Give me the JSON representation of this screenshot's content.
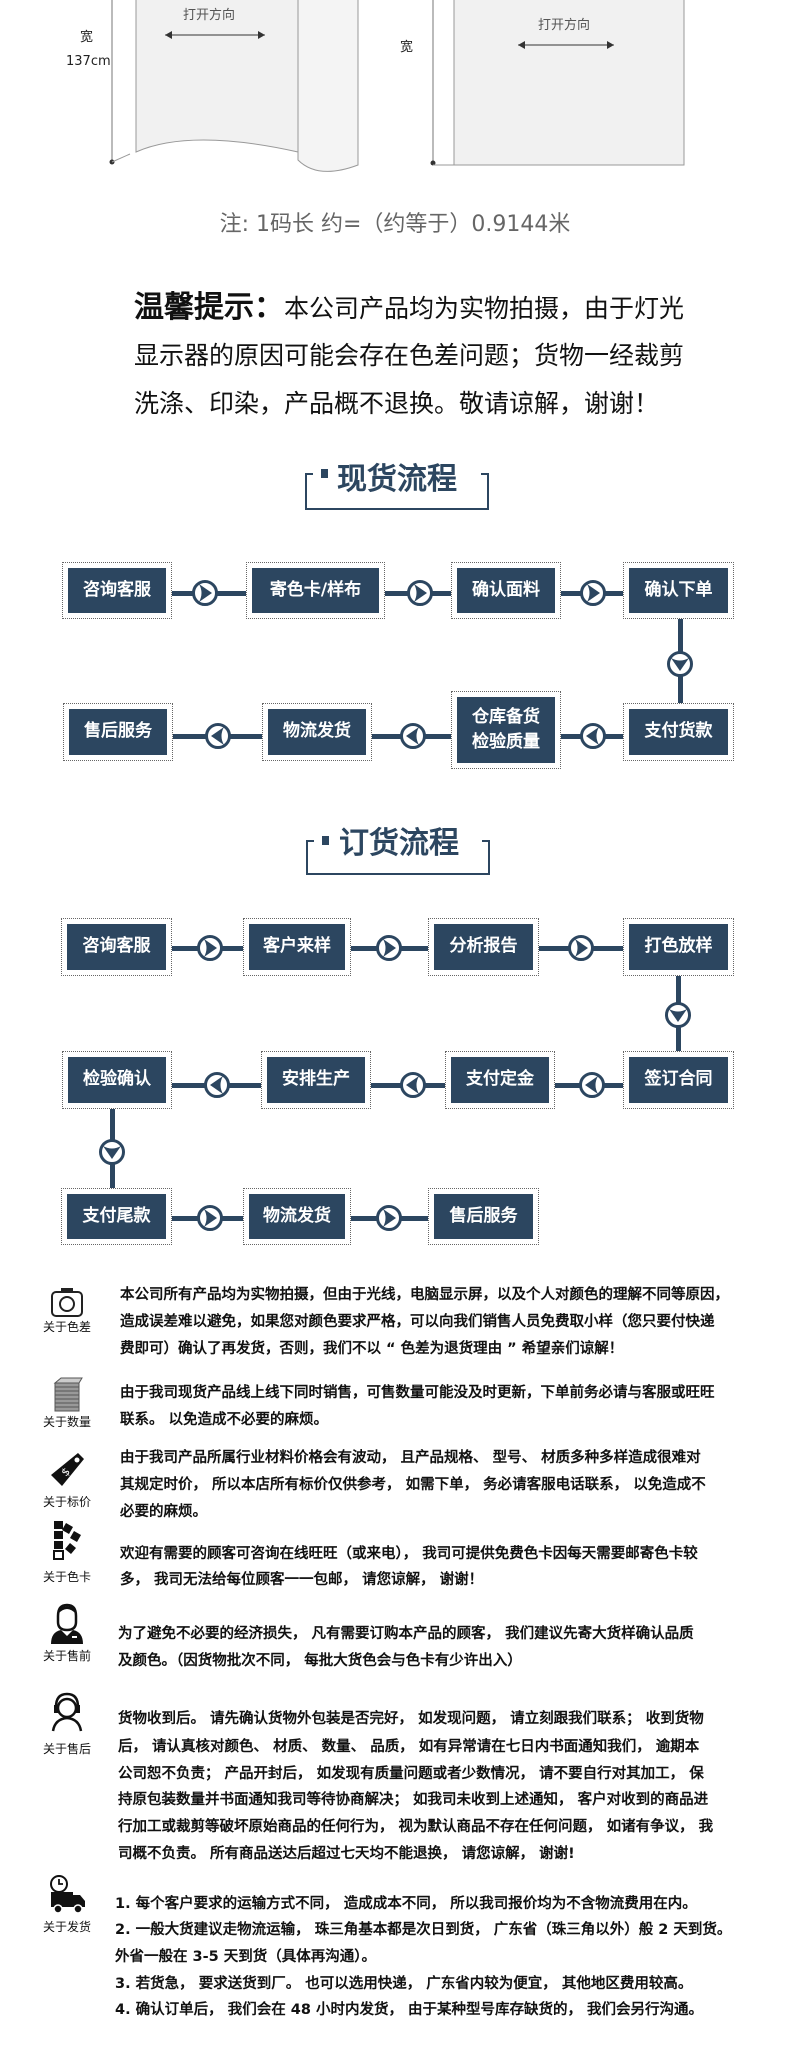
{
  "diagram": {
    "left": {
      "direction_label": "打开方向",
      "width_label": "宽",
      "width_value": "137cm"
    },
    "right": {
      "direction_label": "打开方向",
      "width_label": "宽"
    }
  },
  "note": "注: 1码长 约=（约等于）0.9144米",
  "tip": {
    "heading": "温馨提示：",
    "lines": [
      "本公司产品均为实物拍摄，由于灯光",
      "显示器的原因可能会存在色差问题；货物一经裁剪",
      "洗涤、印染，产品概不退换。敬请谅解，谢谢！"
    ]
  },
  "colors": {
    "navy": "#2c4660"
  },
  "spot_flow": {
    "title": "现货流程",
    "steps": [
      "咨询客服",
      "寄色卡/样布",
      "确认面料",
      "确认下单",
      "支付货款",
      "仓库备货\n检验质量",
      "物流发货",
      "售后服务"
    ]
  },
  "order_flow": {
    "title": "订货流程",
    "steps": [
      "咨询客服",
      "客户来样",
      "分析报告",
      "打色放样",
      "签订合同",
      "支付定金",
      "安排生产",
      "检验确认",
      "支付尾款",
      "物流发货",
      "售后服务"
    ]
  },
  "info": [
    {
      "icon": "camera-icon",
      "label": "关于色差",
      "lines": [
        "本公司所有产品均为实物拍摄，但由于光线，电脑显示屏，以及个人对颜色的理解不同等原因，",
        "造成误差难以避免，如果您对颜色要求严格，可以向我们销售人员免费取小样（您只要付快递",
        "费即可）确认了再发货，否则，我们不以 “ 色差为退货理由 ” 希望亲们谅解！"
      ]
    },
    {
      "icon": "stack-icon",
      "label": "关于数量",
      "lines": [
        "由于我司现货产品线上线下同时销售，可售数量可能没及时更新，下单前务必请与客服或旺旺",
        "联系。 以免造成不必要的麻烦。"
      ]
    },
    {
      "icon": "price-tag-icon",
      "label": "关于标价",
      "lines": [
        "由于我司产品所属行业材料价格会有波动， 且产品规格、 型号、 材质多种多样造成很难对",
        "其规定时价， 所以本店所有标价仅供参考， 如需下单， 务必请客服电话联系， 以免造成不",
        "必要的麻烦。"
      ]
    },
    {
      "icon": "color-swatch-icon",
      "label": "关于色卡",
      "lines": [
        "欢迎有需要的顾客可咨询在线旺旺（或来电）， 我司可提供免费色卡因每天需要邮寄色卡较",
        "多， 我司无法给每位顾客一一包邮， 请您谅解， 谢谢！"
      ]
    },
    {
      "icon": "person-icon",
      "label": "关于售前",
      "lines": [
        "为了避免不必要的经济损失， 凡有需要订购本产品的顾客， 我们建议先寄大货样确认品质",
        "及颜色。（因货物批次不同， 每批大货色会与色卡有少许出入）"
      ]
    },
    {
      "icon": "headset-icon",
      "label": "关于售后",
      "lines": [
        "货物收到后。 请先确认货物外包装是否完好， 如发现问题， 请立刻跟我们联系； 收到货物",
        "后， 请认真核对颜色、 材质、 数量、 品质， 如有异常请在七日内书面通知我们， 逾期本",
        "公司恕不负责； 产品开封后， 如发现有质量问题或者少数情况， 请不要自行对其加工， 保",
        "持原包装数量并书面通知我司等待协商解决； 如我司未收到上述通知， 客户对收到的商品进",
        "行加工或裁剪等破坏原始商品的任何行为， 视为默认商品不存在任何问题， 如诸有争议， 我",
        "司概不负责。 所有商品送达后超过七天均不能退换， 请您谅解， 谢谢!"
      ]
    },
    {
      "icon": "delivery-truck-icon",
      "label": "关于发货",
      "lines": [
        "1. 每个客户要求的运输方式不同， 造成成本不同， 所以我司报价均为不含物流费用在内。",
        "2. 一般大货建议走物流运输， 珠三角基本都是次日到货， 广东省（珠三角以外）般 2 天到货。",
        "外省一般在 3-5 天到货（具体再沟通）。",
        "3. 若货急， 要求送货到厂。 也可以选用快递， 广东省内较为便宜， 其他地区费用较高。",
        "4. 确认订单后， 我们会在 48 小时内发货， 由于某种型号库存缺货的， 我们会另行沟通。"
      ]
    }
  ]
}
